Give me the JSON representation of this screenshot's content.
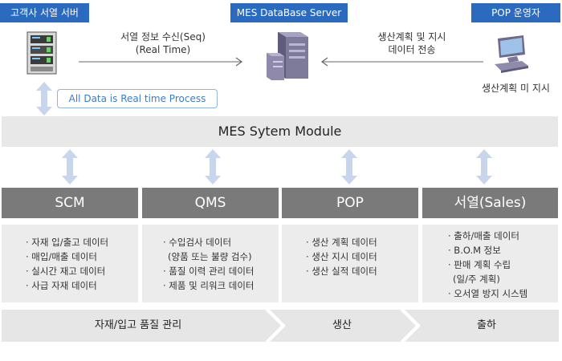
{
  "top": {
    "client_badge": "고객사 서열 서버",
    "server_badge": "MES DataBase Server",
    "pop_badge": "POP 운영자",
    "left_flow_line1": "서열 정보 수신(Seq)",
    "left_flow_line2": "(Real Time)",
    "right_flow_line1": "생산계획 및 지시",
    "right_flow_line2": "데이터 전송",
    "pop_caption": "생산계획 미 지시",
    "realtime_note": "All Data is Real time Process"
  },
  "module_bar": {
    "title": "MES Sytem Module"
  },
  "modules": [
    {
      "name": "SCM",
      "items": [
        "· 자재 입/출고 데이터",
        "· 매입/매출 데이터",
        "· 실시간 재고 데이터",
        "· 사급 자재 데이터"
      ]
    },
    {
      "name": "QMS",
      "items": [
        "· 수입검사 데이터",
        "(양품 또는 불량 검수)",
        "· 품질 이력 관리 데이터",
        "· 제품 및 리워크 데이터"
      ]
    },
    {
      "name": "POP",
      "items": [
        "· 생산 계획 데이터",
        "· 생산 지시 데이터",
        "· 생산 실적 데이터"
      ]
    },
    {
      "name": "서열(Sales)",
      "items": [
        "· 출하/매출 데이터",
        "· B.O.M 정보",
        "· 판매 계획 수립",
        "(일/주 계획)",
        "· 오서열 방지 시스템"
      ]
    }
  ],
  "stages": [
    "자재/입고 품질 관리",
    "생산",
    "출하"
  ],
  "colors": {
    "badge": "#2a6bc0",
    "module_head": "#7a7a7a",
    "panel": "#ececec",
    "arrow": "#c7d6ec"
  }
}
